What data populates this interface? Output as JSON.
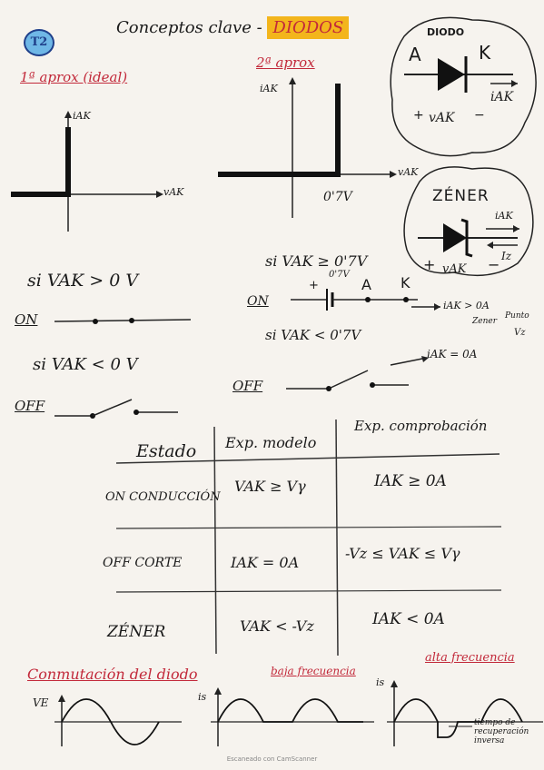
{
  "topic_badge": "T2",
  "title": {
    "prefix": "Conceptos clave",
    "dash": " - ",
    "highlight": "DIODOS"
  },
  "diode_symbol": {
    "title": "DIODO",
    "anode": "A",
    "cathode": "K",
    "current": "iAK",
    "plus": "+",
    "voltage": "vAK",
    "minus": "−"
  },
  "zener_symbol": {
    "title": "ZÉNER",
    "current_top": "iAK",
    "current_rev": "Iz",
    "plus": "+",
    "voltage": "vAK",
    "minus": "−"
  },
  "approx1": {
    "title": "1ª aprox (ideal)",
    "y_axis": "iAK",
    "x_axis": "vAK"
  },
  "approx2": {
    "title": "2ª aprox",
    "y_axis": "iAK",
    "x_axis": "vAK",
    "threshold": "0'7V"
  },
  "ideal_states": {
    "on_cond": "si VAK > 0 V",
    "on_label": "ON",
    "off_cond": "si VAK < 0 V",
    "off_label": "OFF"
  },
  "second_states": {
    "on_cond": "si VAK ≥ 0'7V",
    "on_label": "ON",
    "source": "0'7V",
    "plus": "+",
    "a": "A",
    "k": "K",
    "on_current": "iAK > 0A",
    "off_cond": "si VAK < 0'7V",
    "off_label": "OFF",
    "off_current": "iAK = 0A",
    "zener_note_left": "Zener",
    "zener_note_right": "Punto",
    "zener_note_bottom": "Vz"
  },
  "table": {
    "headers": [
      "Estado",
      "Exp. modelo",
      "Exp. comprobación"
    ],
    "rows": [
      [
        "ON CONDUCCIÓN",
        "VAK ≥ Vγ",
        "IAK ≥ 0A"
      ],
      [
        "OFF CORTE",
        "IAK = 0A",
        "-Vz ≤ VAK ≤ Vγ"
      ],
      [
        "ZÉNER",
        "VAK < -Vz",
        "IAK < 0A"
      ]
    ]
  },
  "switching": {
    "title": "Conmutación del diodo",
    "low_freq": "baja frecuencia",
    "high_freq": "alta frecuencia",
    "ve": "VE",
    "is1": "is",
    "is2": "is",
    "recovery": "tiempo de recuperación inversa"
  },
  "footer": "Escaneado con CamScanner"
}
